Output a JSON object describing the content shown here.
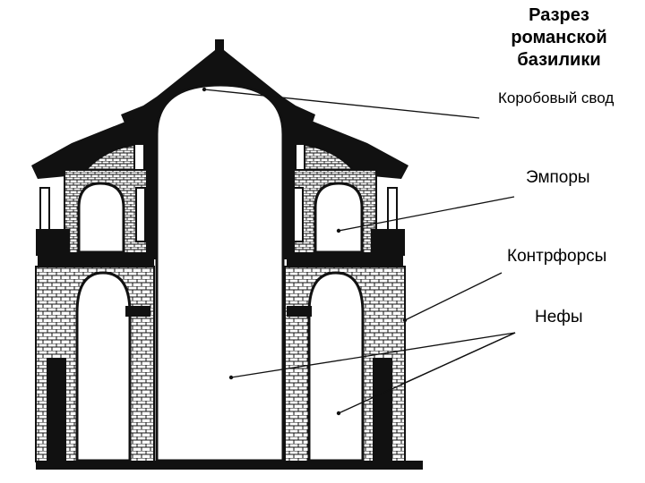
{
  "title": {
    "line1": "Разрез",
    "line2": "романской",
    "line3": "базилики"
  },
  "labels": {
    "vault": "Коробовый свод",
    "galleries": "Эмпоры",
    "buttresses": "Контрфорсы",
    "naves": "Нефы"
  },
  "colors": {
    "ink": "#000000",
    "paper": "#ffffff",
    "masonry": "#111111"
  }
}
